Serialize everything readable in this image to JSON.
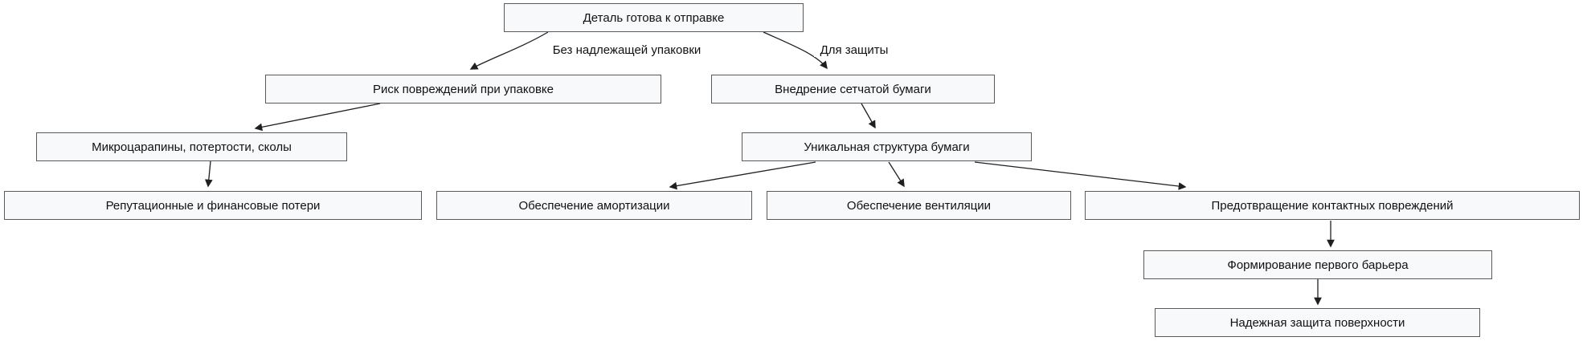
{
  "diagram": {
    "type": "flowchart",
    "background_color": "#ffffff",
    "node_fill_color": "#f7f9fb",
    "node_border_color": "#5a5a5a",
    "edge_line_color": "#1f1f1f",
    "text_color": "#111111",
    "nodes": [
      {
        "id": "part-ready",
        "label": "Деталь готова к отправке"
      },
      {
        "id": "packing-risk",
        "label": "Риск повреждений при упаковке"
      },
      {
        "id": "mesh-paper",
        "label": "Внедрение сетчатой бумаги"
      },
      {
        "id": "micro-scratches",
        "label": "Микроцарапины, потертости, сколы"
      },
      {
        "id": "paper-structure",
        "label": "Уникальная структура бумаги"
      },
      {
        "id": "losses",
        "label": "Репутационные и финансовые потери"
      },
      {
        "id": "cushioning",
        "label": "Обеспечение амортизации"
      },
      {
        "id": "ventilation",
        "label": "Обеспечение вентиляции"
      },
      {
        "id": "contact-protection",
        "label": "Предотвращение контактных повреждений"
      },
      {
        "id": "first-barrier",
        "label": "Формирование первого барьера"
      },
      {
        "id": "surface-protection",
        "label": "Надежная защита поверхности"
      }
    ],
    "edge_labels": [
      {
        "id": "without-proper-packaging",
        "label": "Без надлежащей упаковки"
      },
      {
        "id": "for-protection",
        "label": "Для защиты"
      }
    ]
  }
}
